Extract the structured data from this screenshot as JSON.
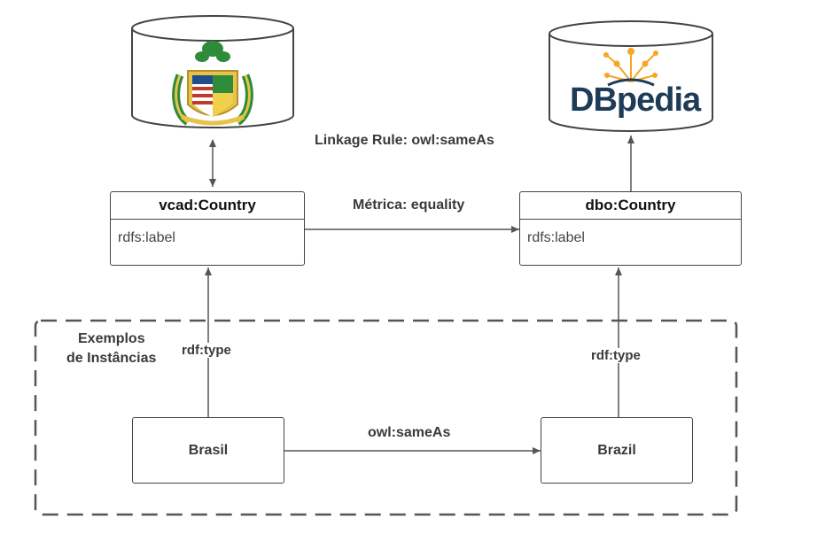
{
  "header": {
    "linkage_rule": "Linkage Rule: owl:sameAs",
    "metric": "Métrica: equality"
  },
  "left_db": {
    "logo": "coat-of-arms-icon"
  },
  "right_db": {
    "logo_text": "DBpedia"
  },
  "left_class": {
    "title": "vcad:Country",
    "attribute": "rdfs:label"
  },
  "right_class": {
    "title": "dbo:Country",
    "attribute": "rdfs:label"
  },
  "instances_group": {
    "label_line1": "Exemplos",
    "label_line2": "de Instâncias",
    "left_type": "rdf:type",
    "right_type": "rdf:type",
    "left_instance": "Brasil",
    "right_instance": "Brazil",
    "same_as": "owl:sameAs"
  },
  "colors": {
    "line": "#555555",
    "dbpedia_blue": "#1e3b57",
    "dbpedia_orange": "#f5a623",
    "coat_green": "#2e8b3a",
    "coat_gold": "#e7c34a",
    "coat_red": "#c0392b",
    "coat_blue": "#1f4e8c"
  }
}
